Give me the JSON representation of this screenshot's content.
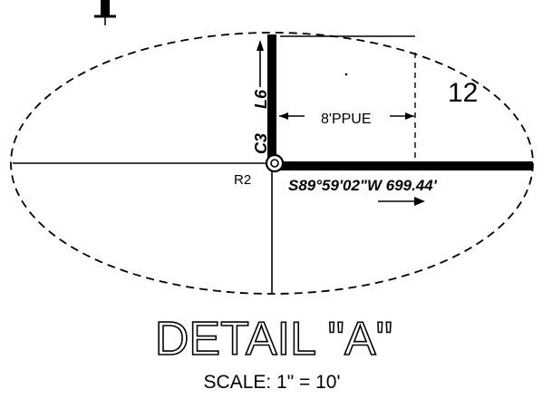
{
  "drawing": {
    "lot_number": "12",
    "easement_label": "8'PPUE",
    "corner_label": "R2",
    "vertical_line_labels": {
      "curve": "C3",
      "line": "L6"
    },
    "bearing_distance": "S89°59'02\"W  699.44'",
    "title": "DETAIL \"A\"",
    "scale": "SCALE:  1\" = 10'"
  }
}
